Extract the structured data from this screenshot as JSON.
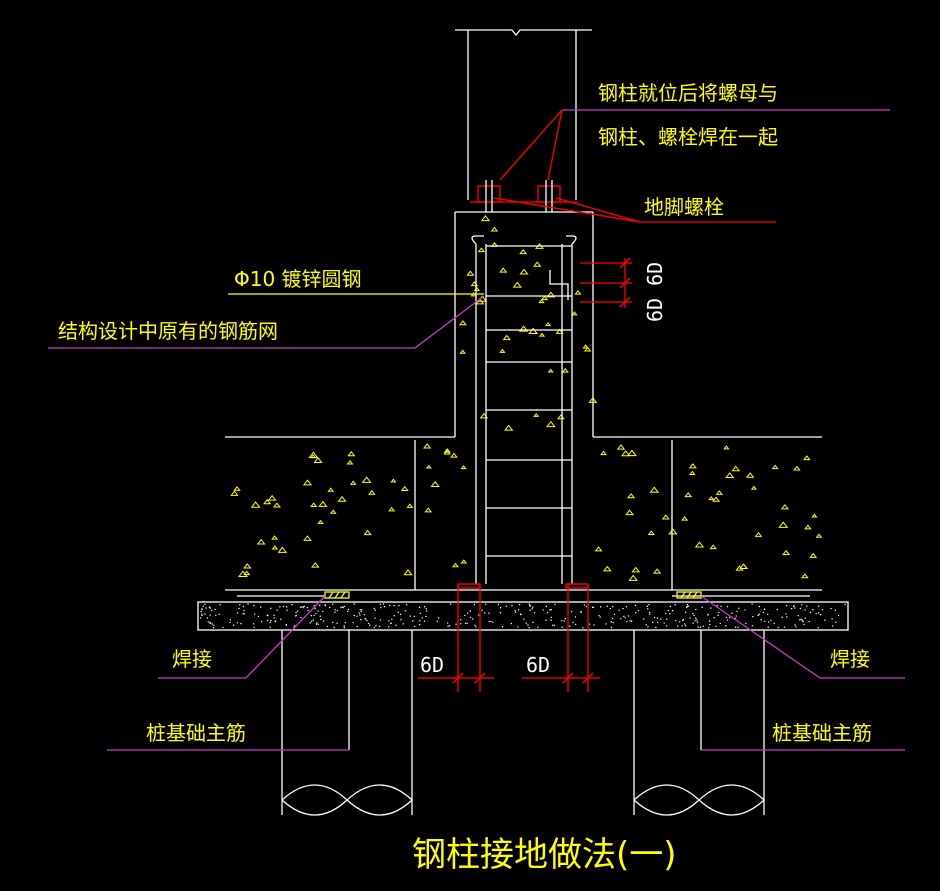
{
  "title": "钢柱接地做法(一)",
  "labels": {
    "nut_weld_line1": "钢柱就位后将螺母与",
    "nut_weld_line2": "钢柱、螺栓焊在一起",
    "anchor_bolt": "地脚螺栓",
    "galvanized_rod": "Φ10 镀锌圆钢",
    "original_mesh": "结构设计中原有的钢筋网",
    "weld_left": "焊接",
    "weld_right": "焊接",
    "pile_rebar_left": "桩基础主筋",
    "pile_rebar_right": "桩基础主筋"
  },
  "dimensions": {
    "vertical": "6D 6D",
    "bottom_left": "6D",
    "bottom_right": "6D"
  },
  "colors": {
    "background": "#000000",
    "outline": "#ffffff",
    "text": "#ffff00",
    "leader": "#c040c0",
    "grounding": "#ff0000"
  }
}
